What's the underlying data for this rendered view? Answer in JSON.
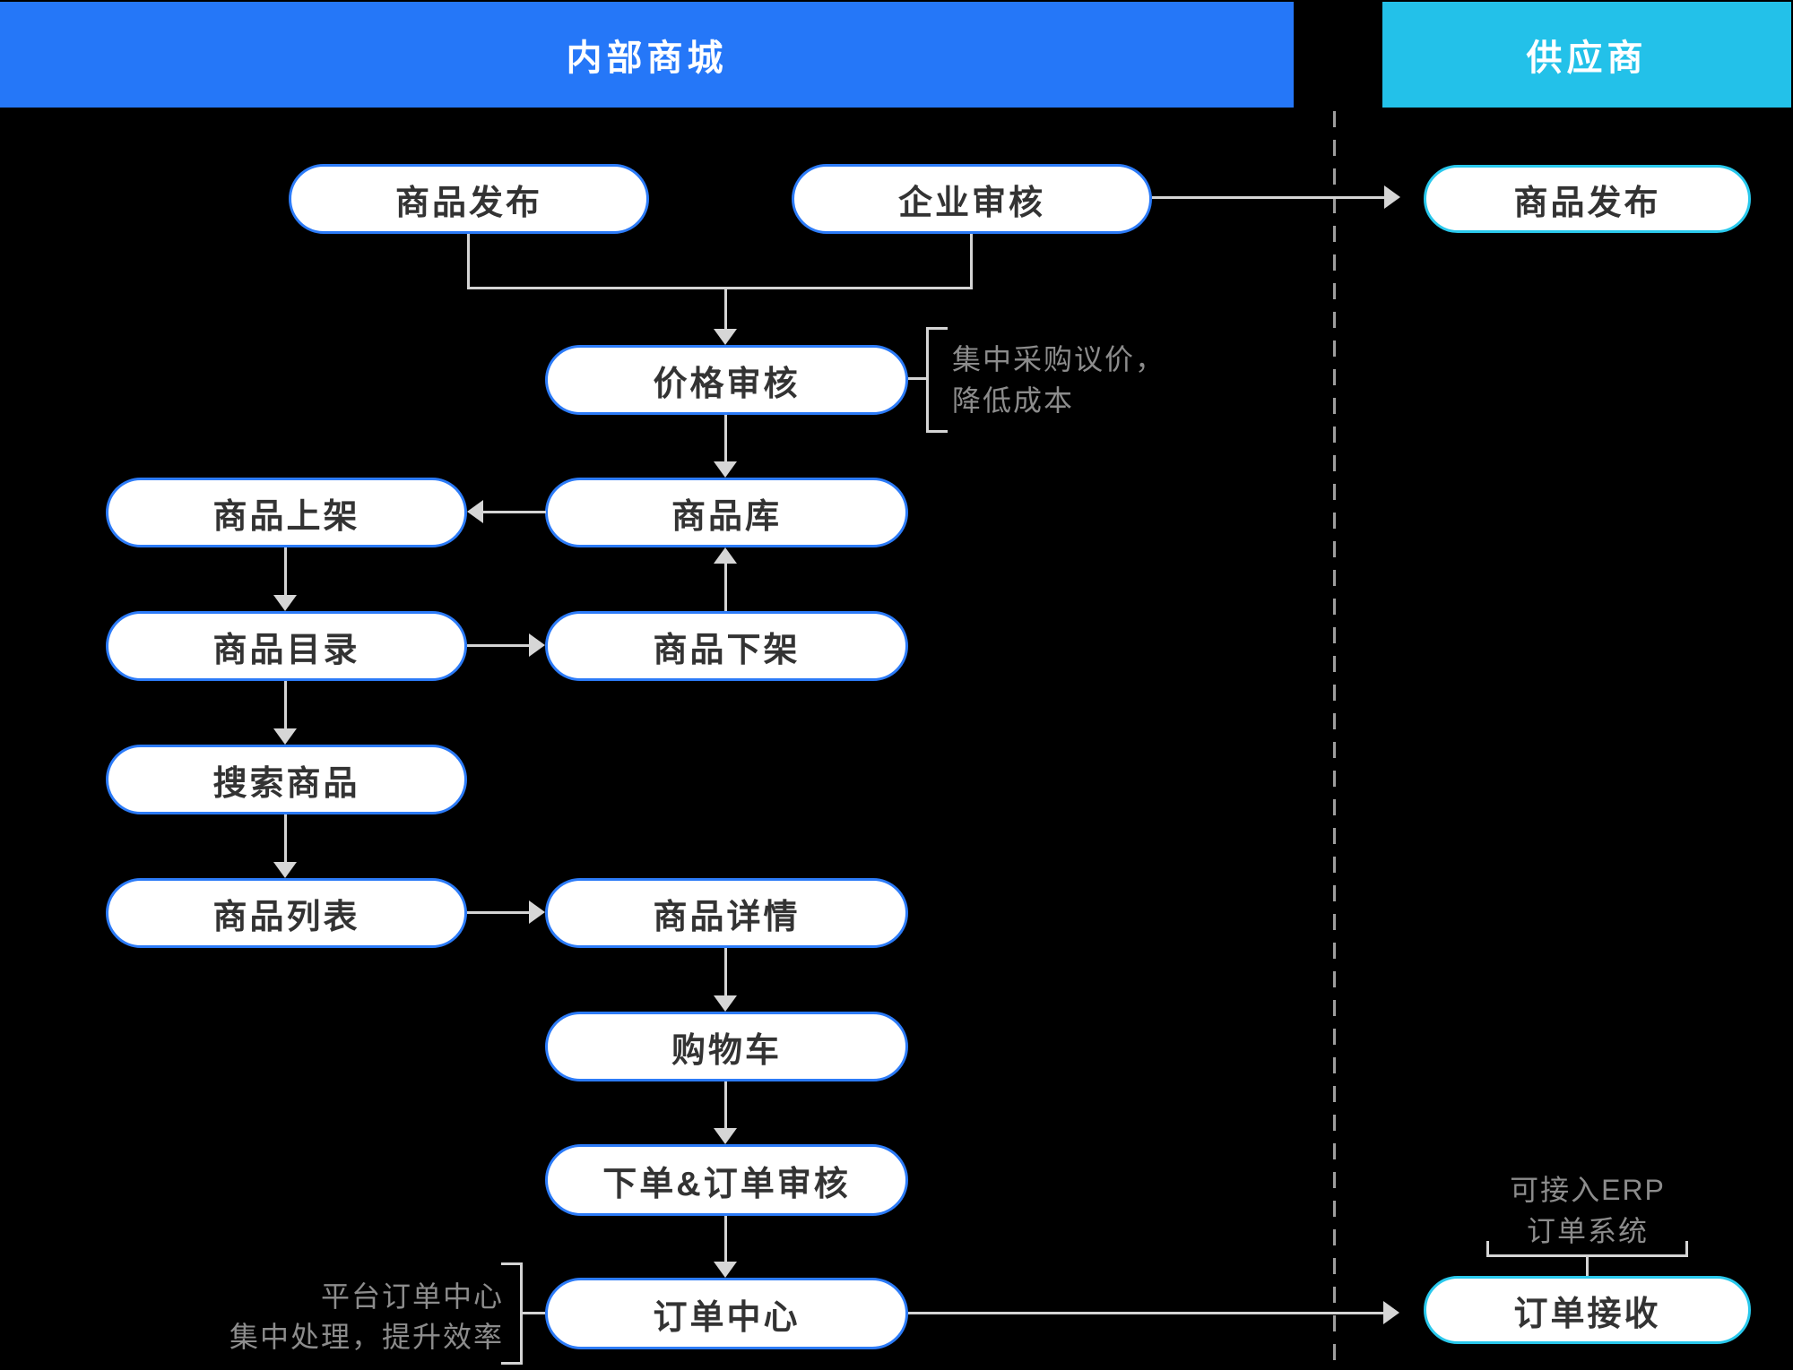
{
  "headers": {
    "internal": {
      "label": "内部商城",
      "color": "#2577F8"
    },
    "supplier": {
      "label": "供应商",
      "color": "#23C1E9"
    }
  },
  "nodes": [
    {
      "id": "product-publish",
      "label": "商品发布",
      "lane": "internal"
    },
    {
      "id": "enterprise-review",
      "label": "企业审核",
      "lane": "internal"
    },
    {
      "id": "supplier-product-publish",
      "label": "商品发布",
      "lane": "supplier"
    },
    {
      "id": "price-review",
      "label": "价格审核",
      "lane": "internal"
    },
    {
      "id": "product-listing",
      "label": "商品上架",
      "lane": "internal"
    },
    {
      "id": "product-library",
      "label": "商品库",
      "lane": "internal"
    },
    {
      "id": "product-catalog",
      "label": "商品目录",
      "lane": "internal"
    },
    {
      "id": "product-delisting",
      "label": "商品下架",
      "lane": "internal"
    },
    {
      "id": "product-search",
      "label": "搜索商品",
      "lane": "internal"
    },
    {
      "id": "product-list",
      "label": "商品列表",
      "lane": "internal"
    },
    {
      "id": "product-detail",
      "label": "商品详情",
      "lane": "internal"
    },
    {
      "id": "shopping-cart",
      "label": "购物车",
      "lane": "internal"
    },
    {
      "id": "place-order-review",
      "label": "下单&订单审核",
      "lane": "internal"
    },
    {
      "id": "order-center",
      "label": "订单中心",
      "lane": "internal"
    },
    {
      "id": "order-receive",
      "label": "订单接收",
      "lane": "supplier"
    }
  ],
  "annotations": {
    "price": {
      "line1": "集中采购议价，",
      "line2": "降低成本"
    },
    "order_center": {
      "line1": "平台订单中心",
      "line2": "集中处理，提升效率"
    },
    "erp": {
      "line1": "可接入ERP",
      "line2": "订单系统"
    }
  },
  "edges": [
    {
      "from": "product-publish",
      "to": "price-review"
    },
    {
      "from": "enterprise-review",
      "to": "price-review"
    },
    {
      "from": "enterprise-review",
      "to": "supplier-product-publish",
      "crosses_divider": true
    },
    {
      "from": "price-review",
      "to": "product-library"
    },
    {
      "from": "product-library",
      "to": "product-listing"
    },
    {
      "from": "product-listing",
      "to": "product-catalog"
    },
    {
      "from": "product-catalog",
      "to": "product-delisting"
    },
    {
      "from": "product-delisting",
      "to": "product-library"
    },
    {
      "from": "product-catalog",
      "to": "product-search"
    },
    {
      "from": "product-search",
      "to": "product-list"
    },
    {
      "from": "product-list",
      "to": "product-detail"
    },
    {
      "from": "product-detail",
      "to": "shopping-cart"
    },
    {
      "from": "shopping-cart",
      "to": "place-order-review"
    },
    {
      "from": "place-order-review",
      "to": "order-center"
    },
    {
      "from": "order-center",
      "to": "order-receive",
      "crosses_divider": true
    }
  ],
  "colors": {
    "background": "#000000",
    "internal_header": "#2577F8",
    "supplier_header": "#23C1E9",
    "internal_node_border": "#2C7BF8",
    "supplier_node_border": "#29C8EC",
    "node_fill": "#FFFFFF",
    "node_text": "#333333",
    "annotation_text": "#8C8C8C",
    "connector_line": "#D4D4D4",
    "divider_dash": "#9E9E9E"
  }
}
